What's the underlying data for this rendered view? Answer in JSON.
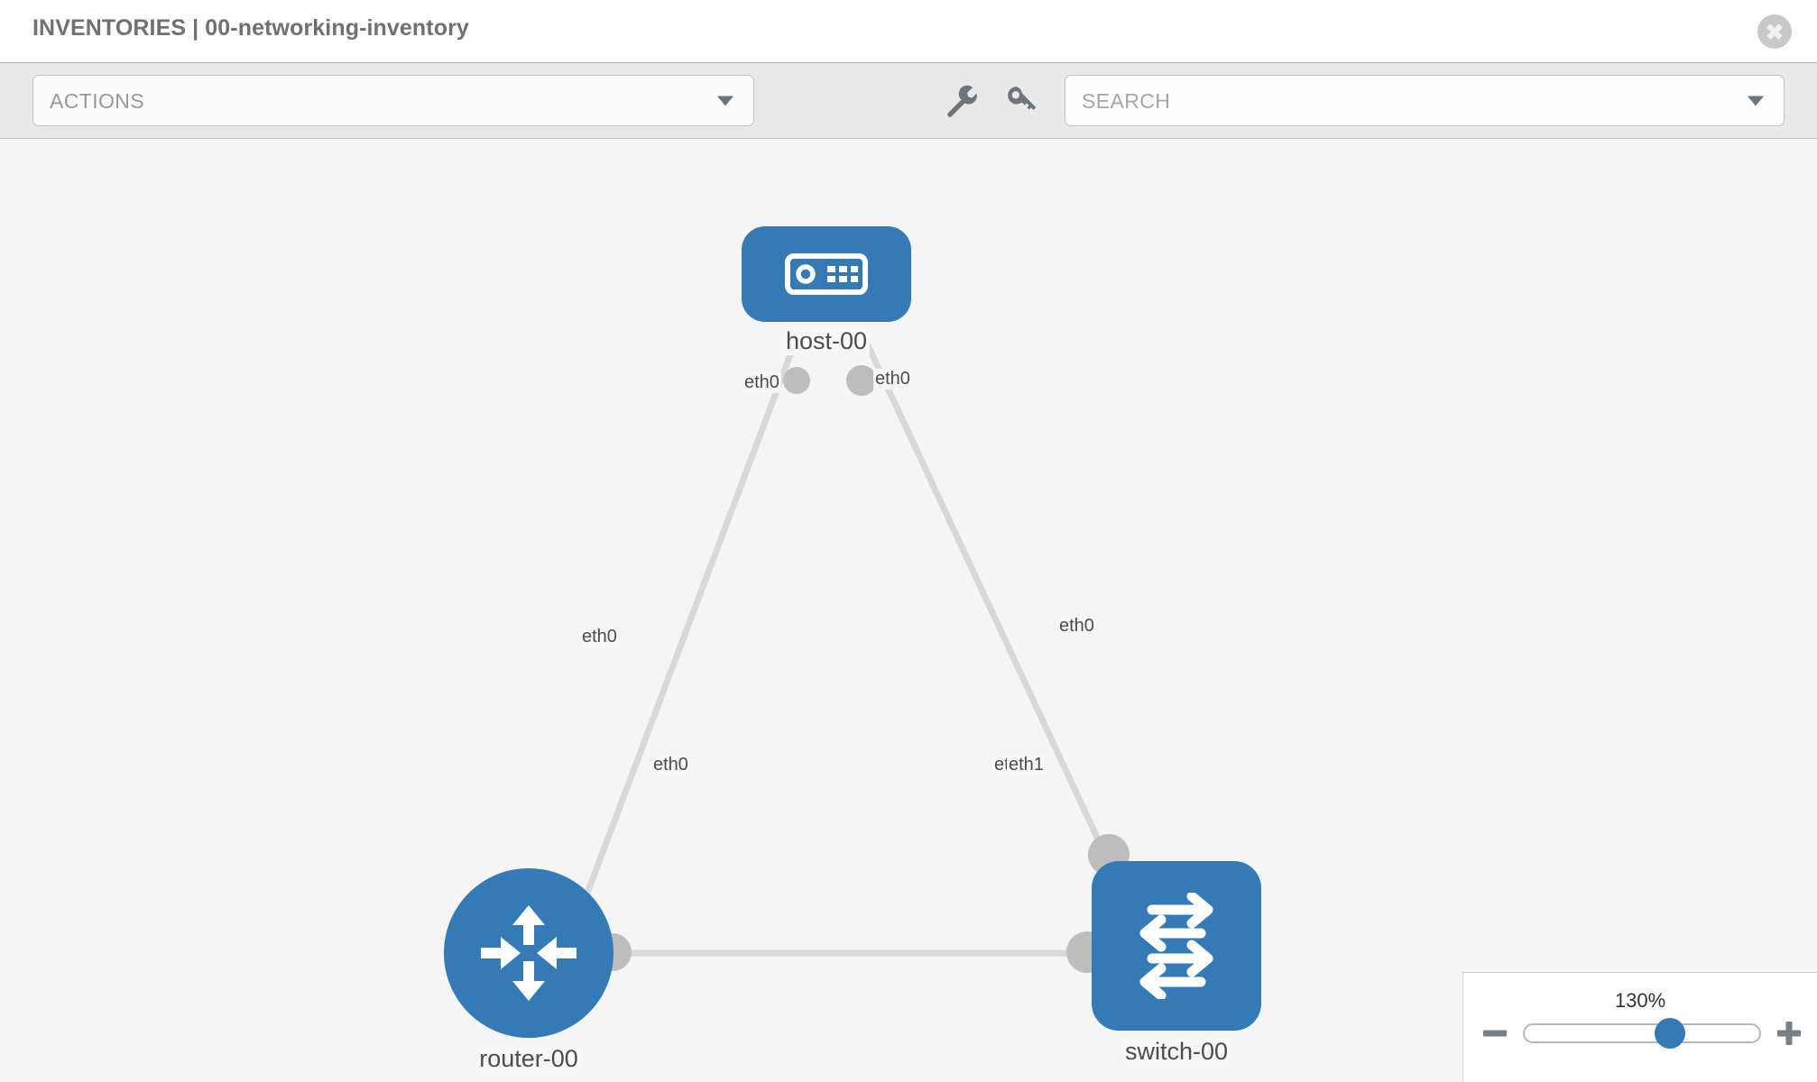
{
  "header": {
    "title": "INVENTORIES | 00-networking-inventory",
    "close_icon": "close-circle-icon"
  },
  "toolbar": {
    "actions_label": "ACTIONS",
    "actions_caret_icon": "chevron-down-icon",
    "wrench_icon": "wrench-icon",
    "key_icon": "key-icon",
    "search_placeholder": "SEARCH",
    "search_value": "",
    "search_caret_icon": "chevron-down-icon"
  },
  "topology": {
    "nodes": [
      {
        "id": "host-00",
        "label": "host-00",
        "type": "host",
        "icon": "server-icon",
        "color": "#337ab7"
      },
      {
        "id": "router-00",
        "label": "router-00",
        "type": "router",
        "icon": "router-icon",
        "color": "#337ab7"
      },
      {
        "id": "switch-00",
        "label": "switch-00",
        "type": "switch",
        "icon": "switch-icon",
        "color": "#337ab7"
      }
    ],
    "links": [
      {
        "from": "host-00",
        "from_iface": "eth0",
        "to": "router-00",
        "to_iface": "eth0"
      },
      {
        "from": "host-00",
        "from_iface": "eth0",
        "to": "switch-00",
        "to_iface": "eth0"
      },
      {
        "from": "router-00",
        "from_iface": "eth0",
        "to": "switch-00",
        "to_iface": "eth1"
      }
    ],
    "iface_labels": {
      "host_left": "eth0",
      "host_right": "eth0",
      "router_up": "eth0",
      "switch_up": "eth0",
      "router_right": "eth0",
      "switch_left_a": "eth",
      "switch_left_b": "eth1"
    },
    "link_color": "#d8d8d8",
    "nub_color": "#bdbdbd"
  },
  "zoom_control": {
    "value_label": "130%",
    "percent": 62,
    "minus_label": "zoom-out",
    "plus_label": "zoom-in"
  }
}
